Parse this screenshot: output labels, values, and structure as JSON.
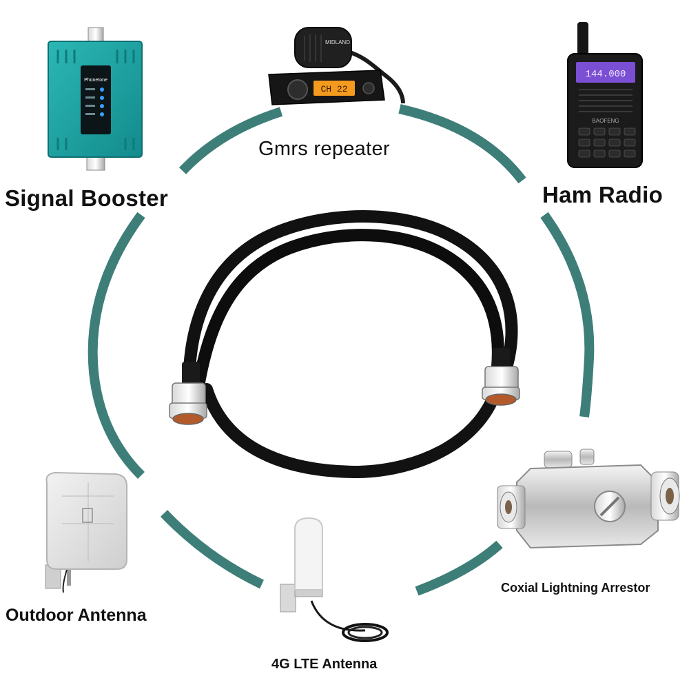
{
  "labels": {
    "signal_booster": "Signal Booster",
    "gmrs_repeater": "Gmrs repeater",
    "ham_radio": "Ham Radio",
    "outdoor_antenna": "Outdoor Antenna",
    "lte_antenna": "4G LTE Antenna",
    "lightning_arrestor": "Coxial Lightning Arrestor"
  },
  "device_text": {
    "booster_brand": "Phonetone",
    "radio_brand": "MIDLAND",
    "radio_display": "CH 22",
    "hamradio_display": "144.000",
    "hamradio_brand": "BAOFENG"
  },
  "colors": {
    "ring": "#3e7e79",
    "booster_body": "#1ea3a3",
    "cable": "#111111",
    "connector": "#c9c9c9",
    "radio_display": "#f39a1f",
    "ham_display": "#7b4fd3"
  }
}
